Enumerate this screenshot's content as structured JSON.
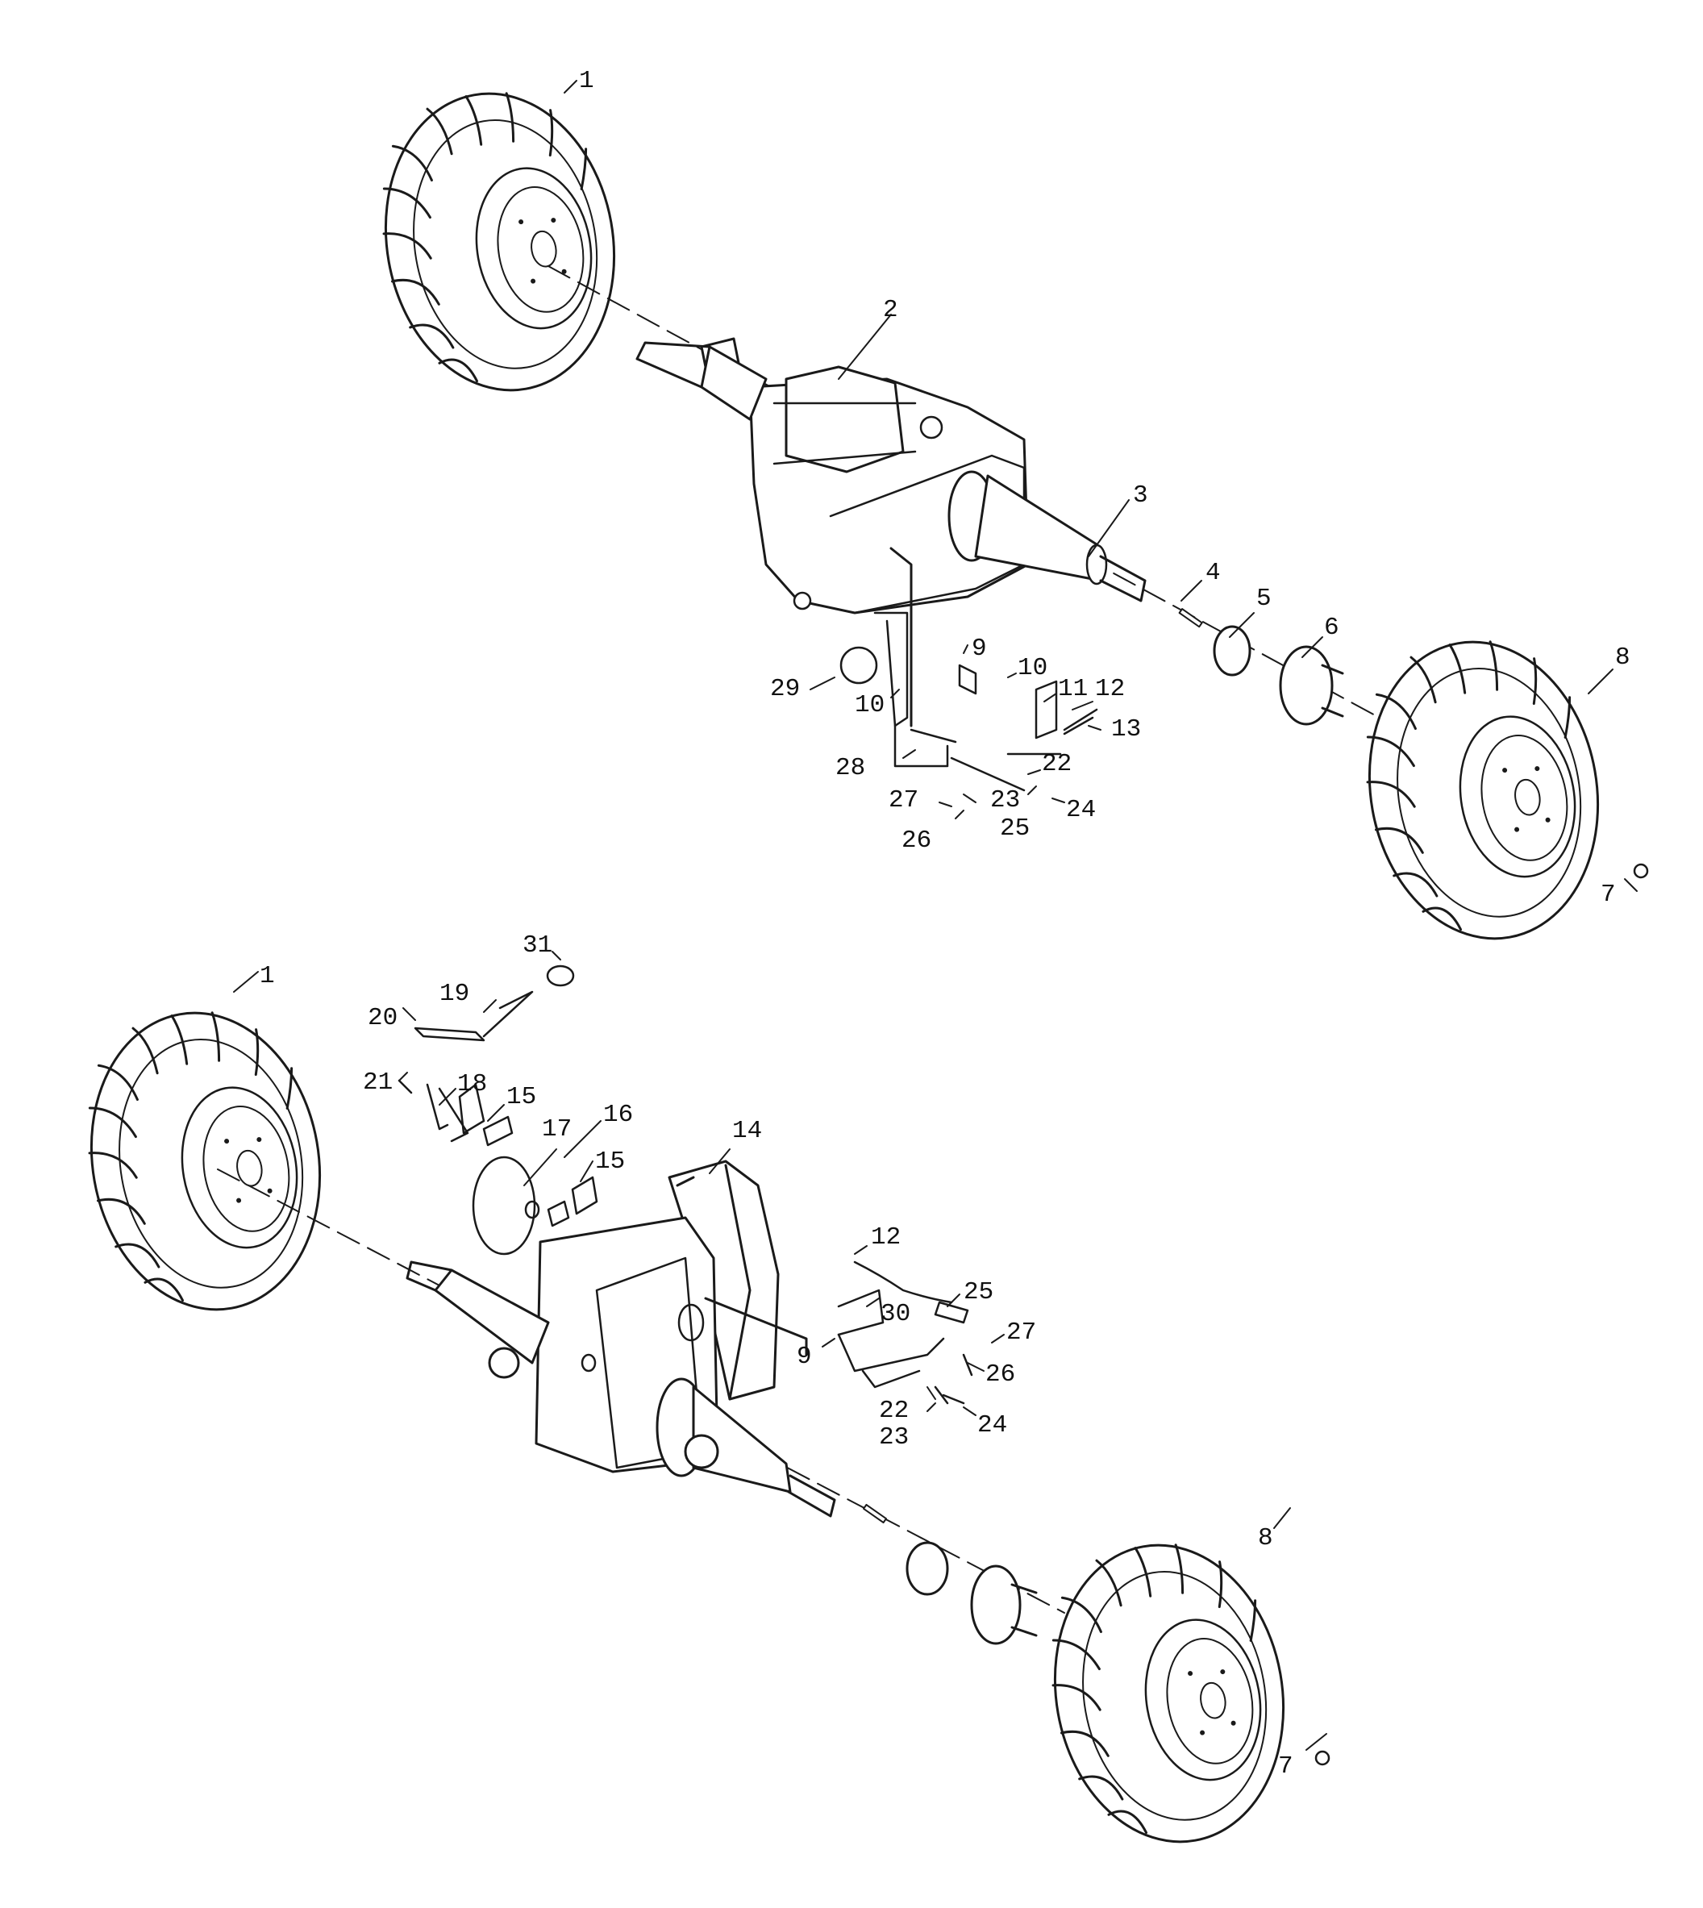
{
  "diagram": {
    "upper_assembly": {
      "callouts": [
        {
          "id": "u1",
          "text": "1"
        },
        {
          "id": "u2",
          "text": "2"
        },
        {
          "id": "u3",
          "text": "3"
        },
        {
          "id": "u4",
          "text": "4"
        },
        {
          "id": "u5",
          "text": "5"
        },
        {
          "id": "u6",
          "text": "6"
        },
        {
          "id": "u7",
          "text": "7"
        },
        {
          "id": "u8",
          "text": "8"
        },
        {
          "id": "u9",
          "text": "9"
        },
        {
          "id": "u10a",
          "text": "10"
        },
        {
          "id": "u10b",
          "text": "10"
        },
        {
          "id": "u11",
          "text": "11"
        },
        {
          "id": "u12",
          "text": "12"
        },
        {
          "id": "u13",
          "text": "13"
        },
        {
          "id": "u22",
          "text": "22"
        },
        {
          "id": "u23",
          "text": "23"
        },
        {
          "id": "u24",
          "text": "24"
        },
        {
          "id": "u25",
          "text": "25"
        },
        {
          "id": "u26",
          "text": "26"
        },
        {
          "id": "u27",
          "text": "27"
        },
        {
          "id": "u28",
          "text": "28"
        },
        {
          "id": "u29",
          "text": "29"
        }
      ]
    },
    "lower_assembly": {
      "callouts": [
        {
          "id": "l1",
          "text": "1"
        },
        {
          "id": "l7",
          "text": "7"
        },
        {
          "id": "l8",
          "text": "8"
        },
        {
          "id": "l9",
          "text": "9"
        },
        {
          "id": "l12",
          "text": "12"
        },
        {
          "id": "l14",
          "text": "14"
        },
        {
          "id": "l15a",
          "text": "15"
        },
        {
          "id": "l15b",
          "text": "15"
        },
        {
          "id": "l16",
          "text": "16"
        },
        {
          "id": "l17",
          "text": "17"
        },
        {
          "id": "l18",
          "text": "18"
        },
        {
          "id": "l19",
          "text": "19"
        },
        {
          "id": "l20",
          "text": "20"
        },
        {
          "id": "l21",
          "text": "21"
        },
        {
          "id": "l22",
          "text": "22"
        },
        {
          "id": "l23",
          "text": "23"
        },
        {
          "id": "l24",
          "text": "24"
        },
        {
          "id": "l25",
          "text": "25"
        },
        {
          "id": "l26",
          "text": "26"
        },
        {
          "id": "l27",
          "text": "27"
        },
        {
          "id": "l30",
          "text": "30"
        },
        {
          "id": "l31",
          "text": "31"
        }
      ]
    }
  }
}
